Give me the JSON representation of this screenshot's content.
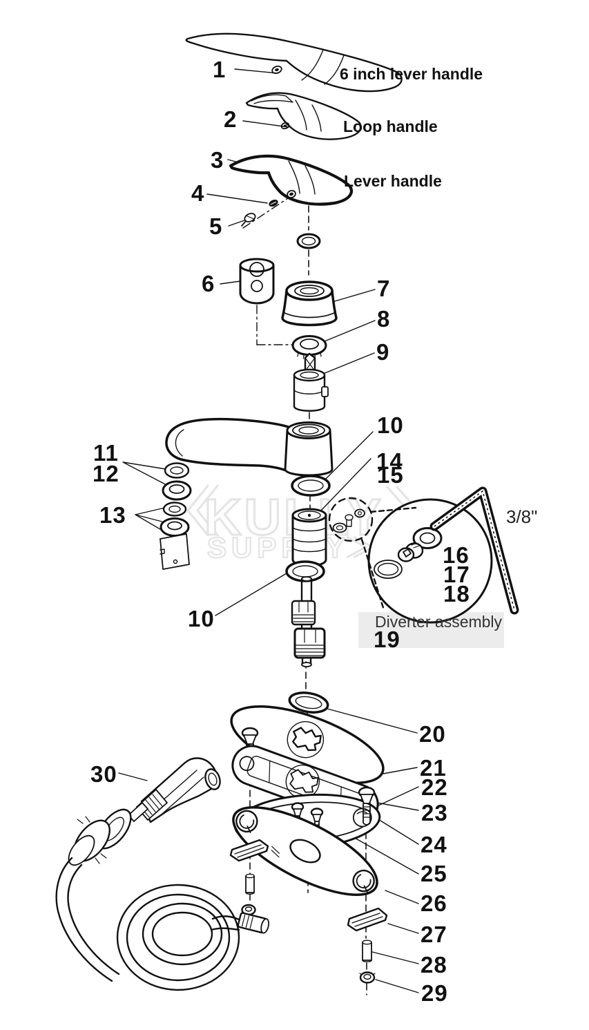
{
  "colors": {
    "line": "#111111",
    "band": "#ececec",
    "watermark": "#e4e4e4",
    "muted_text": "#333333"
  },
  "watermark": {
    "line1": "KULLY",
    "line2": "SUPPLY"
  },
  "captions": {
    "six_inch_handle": "6 inch lever handle",
    "loop_handle": "Loop handle",
    "lever_handle": "Lever handle",
    "hex_key_size": "3/8\"",
    "diverter_assembly": "Diverter assembly"
  },
  "labels": {
    "p1": "1",
    "p2": "2",
    "p3": "3",
    "p4": "4",
    "p5": "5",
    "p6": "6",
    "p7": "7",
    "p8": "8",
    "p9": "9",
    "p10a": "10",
    "p10b": "10",
    "p11": "11",
    "p12": "12",
    "p13": "13",
    "p14": "14",
    "p15": "15",
    "p16": "16",
    "p17": "17",
    "p18": "18",
    "p19": "19",
    "p20": "20",
    "p21": "21",
    "p22": "22",
    "p23": "23",
    "p24": "24",
    "p25": "25",
    "p26": "26",
    "p27": "27",
    "p28": "28",
    "p29": "29",
    "p30": "30"
  }
}
